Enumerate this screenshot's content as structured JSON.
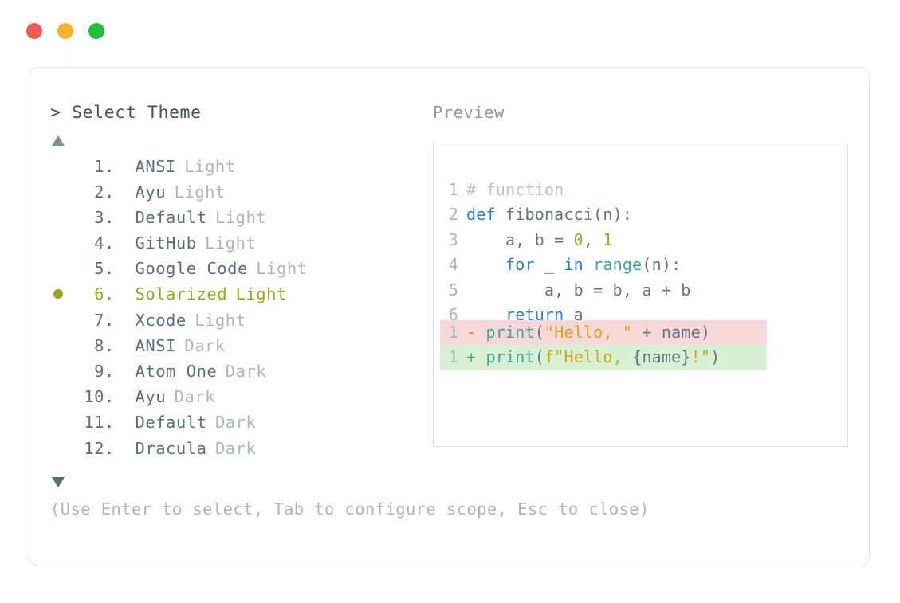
{
  "window": {
    "dots": [
      {
        "name": "close",
        "color": "#f05a56"
      },
      {
        "name": "minimize",
        "color": "#f5b32a"
      },
      {
        "name": "zoom",
        "color": "#22bf3f"
      }
    ]
  },
  "left": {
    "prompt_caret": ">",
    "prompt_title": "Select Theme",
    "scroll_up_icon": "triangle-up-icon",
    "scroll_down_icon": "triangle-down-icon",
    "selected_index": 6,
    "selected_color": "#9aa81c",
    "items": [
      {
        "index": "1",
        "dot": ".",
        "name": "ANSI",
        "variant": "Light",
        "selected": false
      },
      {
        "index": "2",
        "dot": ".",
        "name": "Ayu",
        "variant": "Light",
        "selected": false
      },
      {
        "index": "3",
        "dot": ".",
        "name": "Default",
        "variant": "Light",
        "selected": false
      },
      {
        "index": "4",
        "dot": ".",
        "name": "GitHub",
        "variant": "Light",
        "selected": false
      },
      {
        "index": "5",
        "dot": ".",
        "name": "Google Code",
        "variant": "Light",
        "selected": false
      },
      {
        "index": "6",
        "dot": ".",
        "name": "Solarized",
        "variant": "Light",
        "selected": true
      },
      {
        "index": "7",
        "dot": ".",
        "name": "Xcode",
        "variant": "Light",
        "selected": false
      },
      {
        "index": "8",
        "dot": ".",
        "name": "ANSI",
        "variant": "Dark",
        "selected": false
      },
      {
        "index": "9",
        "dot": ".",
        "name": "Atom One",
        "variant": "Dark",
        "selected": false
      },
      {
        "index": "10",
        "dot": ".",
        "name": "Ayu",
        "variant": "Dark",
        "selected": false
      },
      {
        "index": "11",
        "dot": ".",
        "name": "Default",
        "variant": "Dark",
        "selected": false
      },
      {
        "index": "12",
        "dot": ".",
        "name": "Dracula",
        "variant": "Dark",
        "selected": false
      }
    ]
  },
  "right": {
    "preview_label": "Preview",
    "code_lines": [
      {
        "ln": "1",
        "tokens": [
          {
            "t": "# function",
            "c": "comment"
          }
        ]
      },
      {
        "ln": "2",
        "tokens": [
          {
            "t": "def",
            "c": "kw"
          },
          {
            "t": " fibonacci(n):",
            "c": "plain"
          }
        ]
      },
      {
        "ln": "3",
        "tokens": [
          {
            "t": "    a, b = ",
            "c": "plain"
          },
          {
            "t": "0",
            "c": "num"
          },
          {
            "t": ", ",
            "c": "plain"
          },
          {
            "t": "1",
            "c": "num"
          }
        ]
      },
      {
        "ln": "4",
        "tokens": [
          {
            "t": "    ",
            "c": "plain"
          },
          {
            "t": "for",
            "c": "kw"
          },
          {
            "t": " _ ",
            "c": "plain"
          },
          {
            "t": "in",
            "c": "kw"
          },
          {
            "t": " ",
            "c": "plain"
          },
          {
            "t": "range",
            "c": "fn"
          },
          {
            "t": "(n):",
            "c": "plain"
          }
        ]
      },
      {
        "ln": "5",
        "tokens": [
          {
            "t": "        a, b = b, a + b",
            "c": "plain"
          }
        ]
      },
      {
        "ln": "6",
        "tokens": [
          {
            "t": "    ",
            "c": "plain"
          },
          {
            "t": "return",
            "c": "kw"
          },
          {
            "t": " a",
            "c": "plain"
          }
        ]
      }
    ],
    "diff_lines": [
      {
        "ln": "1",
        "kind": "del",
        "marker": "-",
        "tokens": [
          {
            "t": "print",
            "c": "fn"
          },
          {
            "t": "(",
            "c": "plain"
          },
          {
            "t": "\"Hello, \"",
            "c": "str"
          },
          {
            "t": " + name)",
            "c": "plain"
          }
        ]
      },
      {
        "ln": "1",
        "kind": "add",
        "marker": "+",
        "tokens": [
          {
            "t": "print",
            "c": "fn"
          },
          {
            "t": "(",
            "c": "plain"
          },
          {
            "t": "f\"Hello, ",
            "c": "str"
          },
          {
            "t": "{name}",
            "c": "plain"
          },
          {
            "t": "!\"",
            "c": "str"
          },
          {
            "t": ")",
            "c": "plain"
          }
        ]
      }
    ]
  },
  "footer": {
    "hint": "(Use Enter to select, Tab to configure scope, Esc to close)"
  }
}
